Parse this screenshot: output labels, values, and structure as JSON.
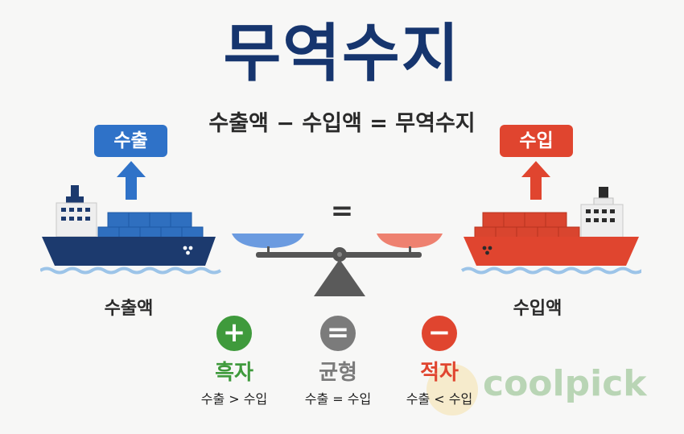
{
  "title": "무역수지",
  "formula": "수출액 − 수입액 = 무역수지",
  "export": {
    "tag": "수출",
    "label": "수출액",
    "color": "#2f72c8"
  },
  "import": {
    "tag": "수입",
    "label": "수입액",
    "color": "#e0452f"
  },
  "balance": {
    "equals_symbol": "="
  },
  "statuses": [
    {
      "symbol": "+",
      "title": "흑자",
      "condition": "수출 > 수입",
      "color": "#3f9a3c"
    },
    {
      "symbol": "=",
      "title": "균형",
      "condition": "수출 = 수입",
      "color": "#7b7b7b"
    },
    {
      "symbol": "−",
      "title": "적자",
      "condition": "수출 < 수입",
      "color": "#e0452f"
    }
  ],
  "watermark": "coolpick",
  "icons": [
    "up-arrow-icon",
    "cargo-ship-icon",
    "balance-scale-icon"
  ]
}
